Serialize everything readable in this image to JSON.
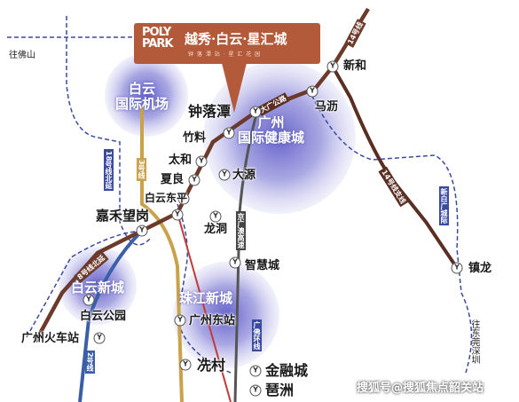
{
  "brand": {
    "logo_line1": "POLY",
    "logo_line2": "PARK",
    "title": "越秀·白云·星汇城",
    "subtitle": "钟 落 潭 站 · 星 汇 花 园"
  },
  "areas": {
    "airport": [
      "白云",
      "国际机场"
    ],
    "health_city": [
      "广州",
      "国际健康城"
    ],
    "baiyun_new_town": "白云新城",
    "zhujiang_new_town": "珠江新城"
  },
  "stations": {
    "zhongluotan": "钟落潭",
    "xinhe": "新和",
    "mali": "马沥",
    "zhuliao": "竹料",
    "taihe": "太和",
    "xialiang": "夏良",
    "dayuan": "大源",
    "baiyundongping": "白云东平",
    "jiahewanggang": "嘉禾望岗",
    "longdong": "龙洞",
    "zhihuicheng": "智慧城",
    "zhenlong": "镇龙",
    "baiyungongyuan": "白云公园",
    "guangzhou_railway": "广州火车站",
    "guangzhou_east": "广州东站",
    "xiancun": "冼村",
    "jinrongcheng": "金融城",
    "pazhou": "琶洲"
  },
  "lines": {
    "line14": "14号线",
    "line14_branch": "14号线支线",
    "line18_north": "18号线北延",
    "line3": "3号线",
    "line2": "2号线",
    "line8_north": "8号线北延",
    "intercity": "京广澳高速",
    "guangfo_loop": "广佛环线",
    "xinbaiguang": "新白广城际",
    "dagong_road": "大广公路"
  },
  "directions": {
    "to_foshan": "往佛山",
    "to_dongguan": "往东莞深圳"
  },
  "watermark": "搜狐号@搜狐焦点韶关站",
  "colors": {
    "line14": "#6b3a2a",
    "line14_branch": "#5a2e22",
    "line3": "#c9a24a",
    "line2": "#3a5ea8",
    "dashed": "#3a4aa0",
    "area_fill": "#8c8ad8",
    "banner": "#b35a3a"
  }
}
